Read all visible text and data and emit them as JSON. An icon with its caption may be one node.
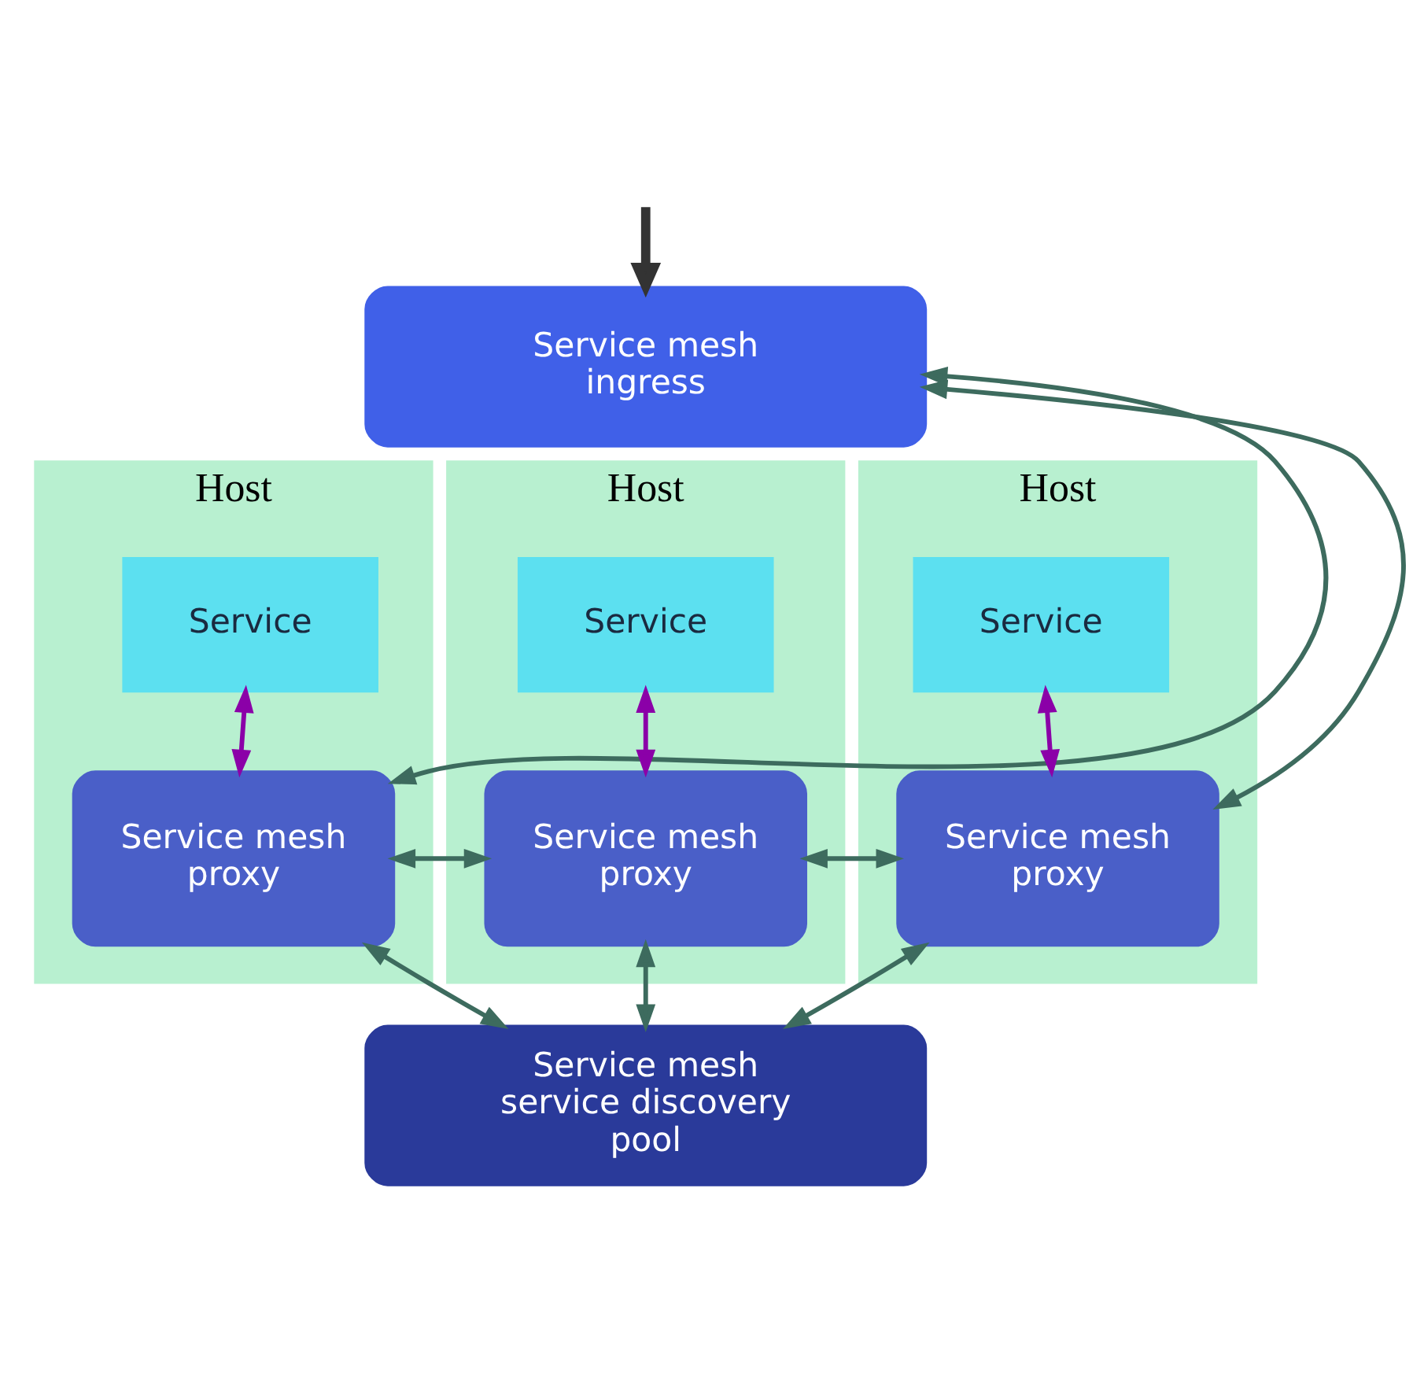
{
  "diagram": {
    "nodes": [
      {
        "text": [
          "Service mesh ingress"
        ]
      },
      {
        "text": [
          "Host"
        ]
      },
      {
        "text": [
          "Service"
        ],
        "in": 1
      },
      {
        "text": [
          "Service mesh proxy"
        ],
        "in": 1
      },
      {
        "text": [
          "Host"
        ]
      },
      {
        "text": [
          "Service"
        ],
        "in": 4
      },
      {
        "text": [
          "Service mesh proxy"
        ],
        "in": 4
      },
      {
        "text": [
          "Host"
        ]
      },
      {
        "text": [
          "Service"
        ],
        "in": 7
      },
      {
        "text": [
          "Service mesh proxy"
        ],
        "in": 7
      },
      {
        "text": [
          "Service mesh service discovery pool"
        ]
      }
    ],
    "edges": [
      {
        "from": null,
        "to": 0,
        "arrow": "to",
        "style": "thick",
        "color": "#333333"
      },
      {
        "from": 3,
        "to": 0,
        "arrow": "both"
      },
      {
        "from": 9,
        "to": 0,
        "arrow": "both"
      },
      {
        "from": 2,
        "to": 3,
        "arrow": "both",
        "color": "#8b00a8"
      },
      {
        "from": 5,
        "to": 6,
        "arrow": "both",
        "color": "#8b00a8"
      },
      {
        "from": 8,
        "to": 9,
        "arrow": "both",
        "color": "#8b00a8"
      },
      {
        "from": 3,
        "to": 6,
        "arrow": "both"
      },
      {
        "from": 6,
        "to": 9,
        "arrow": "both"
      },
      {
        "from": 3,
        "to": 10,
        "arrow": "both"
      },
      {
        "from": 6,
        "to": 10,
        "arrow": "both"
      },
      {
        "from": 9,
        "to": 10,
        "arrow": "both"
      }
    ]
  }
}
